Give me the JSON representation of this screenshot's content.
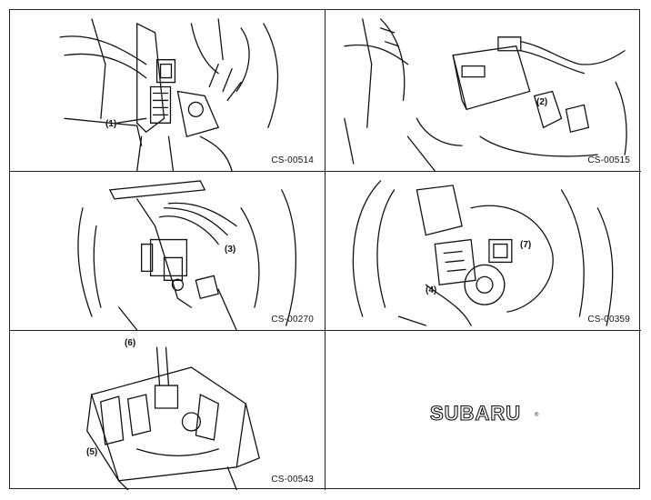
{
  "panels": [
    {
      "code": "CS-00514",
      "callouts": [
        "(1)"
      ]
    },
    {
      "code": "CS-00515",
      "callouts": [
        "(2)"
      ]
    },
    {
      "code": "CS-00270",
      "callouts": [
        "(3)"
      ]
    },
    {
      "code": "CS-00359",
      "callouts": [
        "(7)",
        "(4)"
      ]
    },
    {
      "code": "CS-00543",
      "callouts": [
        "(6)",
        "(5)"
      ]
    }
  ],
  "logo": {
    "text": "SUBARU",
    "mark": "®"
  }
}
